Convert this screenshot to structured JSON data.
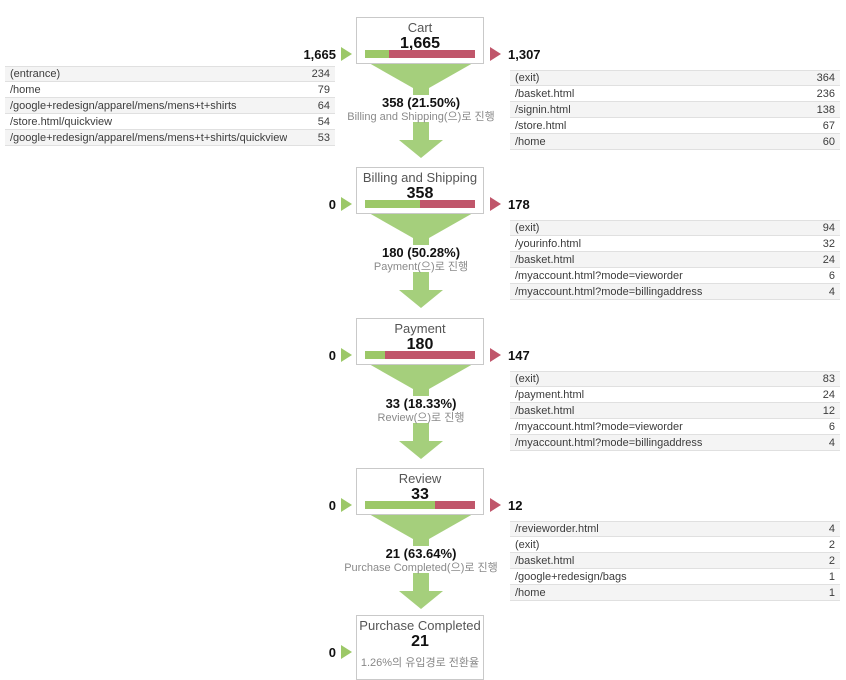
{
  "colors": {
    "green": "#9cc868",
    "funnel": "#a5cf7c",
    "red": "#c0566b"
  },
  "chart_data": {
    "type": "funnel",
    "steps": [
      "Cart",
      "Billing and Shipping",
      "Payment",
      "Review",
      "Purchase Completed"
    ],
    "values": [
      1665,
      358,
      180,
      33,
      21
    ],
    "inflows": [
      1665,
      0,
      0,
      0,
      0
    ],
    "exits": [
      1307,
      178,
      147,
      12,
      null
    ],
    "transitions": [
      {
        "from": "Cart",
        "to": "Billing and Shipping",
        "count": 358,
        "pct": 21.5
      },
      {
        "from": "Billing and Shipping",
        "to": "Payment",
        "count": 180,
        "pct": 50.28
      },
      {
        "from": "Payment",
        "to": "Review",
        "count": 33,
        "pct": 18.33
      },
      {
        "from": "Review",
        "to": "Purchase Completed",
        "count": 21,
        "pct": 63.64
      }
    ],
    "funnel_conversion_rate_pct": 1.26
  },
  "steps": [
    {
      "title": "Cart",
      "value": "1,665",
      "inflow": "1,665",
      "outflow": "1,307",
      "green_pct": 21.5,
      "transition": {
        "count_label": "358 (21.50%)",
        "dest_label": "Billing and Shipping(으)로 진행"
      },
      "left_table": [
        {
          "label": "(entrance)",
          "value": "234"
        },
        {
          "label": "/home",
          "value": "79"
        },
        {
          "label": "/google+redesign/apparel/mens/mens+t+shirts",
          "value": "64"
        },
        {
          "label": "/store.html/quickview",
          "value": "54"
        },
        {
          "label": "/google+redesign/apparel/mens/mens+t+shirts/quickview",
          "value": "53"
        }
      ],
      "right_table": [
        {
          "label": "(exit)",
          "value": "364"
        },
        {
          "label": "/basket.html",
          "value": "236"
        },
        {
          "label": "/signin.html",
          "value": "138"
        },
        {
          "label": "/store.html",
          "value": "67"
        },
        {
          "label": "/home",
          "value": "60"
        }
      ]
    },
    {
      "title": "Billing and Shipping",
      "value": "358",
      "inflow": "0",
      "outflow": "178",
      "green_pct": 50.28,
      "transition": {
        "count_label": "180 (50.28%)",
        "dest_label": "Payment(으)로 진행"
      },
      "right_table": [
        {
          "label": "(exit)",
          "value": "94"
        },
        {
          "label": "/yourinfo.html",
          "value": "32"
        },
        {
          "label": "/basket.html",
          "value": "24"
        },
        {
          "label": "/myaccount.html?mode=vieworder",
          "value": "6"
        },
        {
          "label": "/myaccount.html?mode=billingaddress",
          "value": "4"
        }
      ]
    },
    {
      "title": "Payment",
      "value": "180",
      "inflow": "0",
      "outflow": "147",
      "green_pct": 18.33,
      "transition": {
        "count_label": "33 (18.33%)",
        "dest_label": "Review(으)로 진행"
      },
      "right_table": [
        {
          "label": "(exit)",
          "value": "83"
        },
        {
          "label": "/payment.html",
          "value": "24"
        },
        {
          "label": "/basket.html",
          "value": "12"
        },
        {
          "label": "/myaccount.html?mode=vieworder",
          "value": "6"
        },
        {
          "label": "/myaccount.html?mode=billingaddress",
          "value": "4"
        }
      ]
    },
    {
      "title": "Review",
      "value": "33",
      "inflow": "0",
      "outflow": "12",
      "green_pct": 63.64,
      "transition": {
        "count_label": "21 (63.64%)",
        "dest_label": "Purchase Completed(으)로 진행"
      },
      "right_table": [
        {
          "label": "/revieworder.html",
          "value": "4"
        },
        {
          "label": "(exit)",
          "value": "2"
        },
        {
          "label": "/basket.html",
          "value": "2"
        },
        {
          "label": "/google+redesign/bags",
          "value": "1"
        },
        {
          "label": "/home",
          "value": "1"
        }
      ]
    },
    {
      "title": "Purchase Completed",
      "value": "21",
      "inflow": "0",
      "conversion_label": "1.26%의 유입경로 전환율"
    }
  ]
}
